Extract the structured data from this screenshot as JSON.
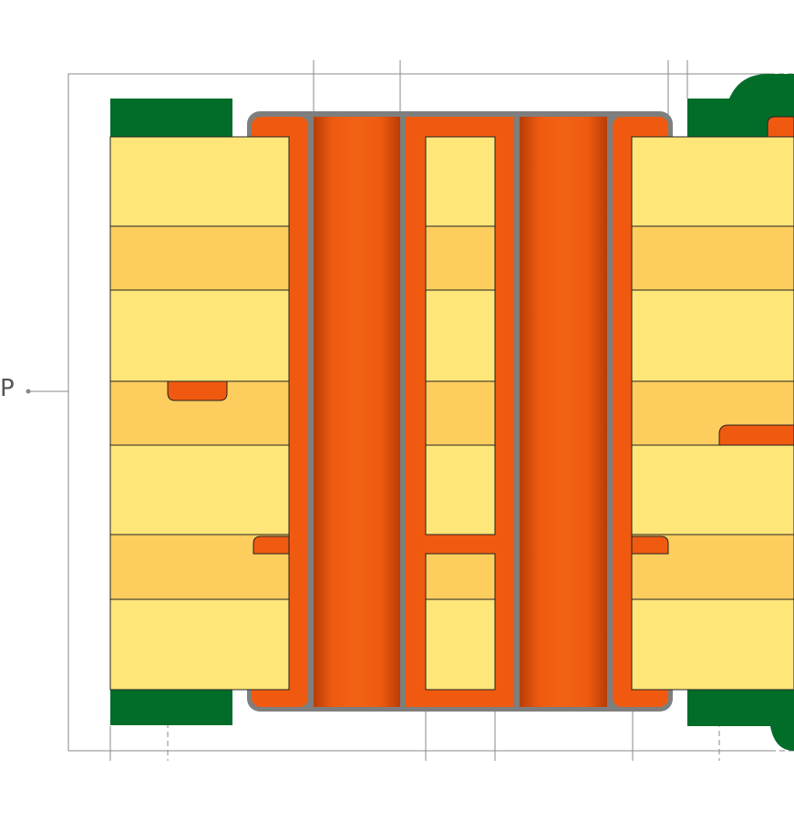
{
  "callout": {
    "label": "P"
  },
  "colors": {
    "core_layer": "#FEE679",
    "prepreg_layer": "#FDCD5E",
    "copper": "#F05A10",
    "copper_dark": "#B83D05",
    "solder_mask": "#016D28",
    "plating_outline": "#7E7E7E",
    "dimension_line": "#888888",
    "layer_border": "#222222"
  },
  "layer_stack": [
    {
      "type": "core"
    },
    {
      "type": "prepreg"
    },
    {
      "type": "core"
    },
    {
      "type": "prepreg"
    },
    {
      "type": "core"
    },
    {
      "type": "prepreg"
    },
    {
      "type": "core"
    }
  ],
  "features": {
    "filled_vias": 2,
    "buried_vias": 1,
    "blind_microvias": 2,
    "solder_mask_pads": 4
  }
}
